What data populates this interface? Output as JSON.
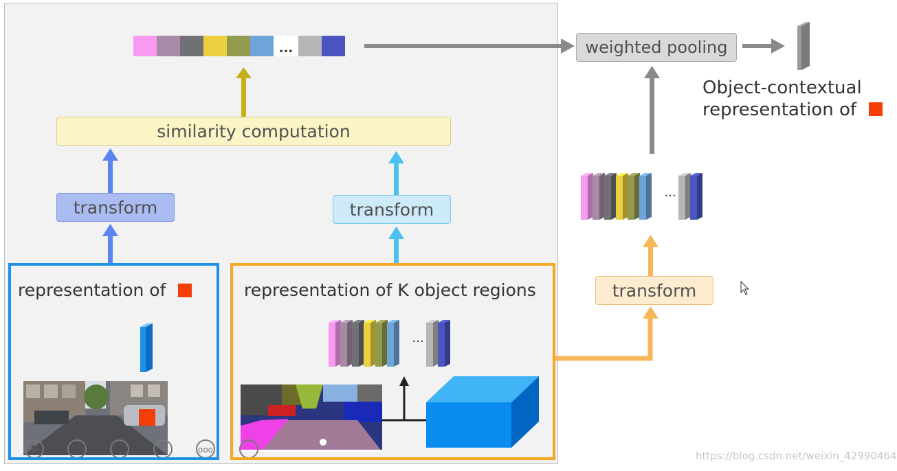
{
  "similarity_label": "similarity computation",
  "transform_left": "transform",
  "transform_middle": "transform",
  "transform_right": "transform",
  "weighted_pooling": "weighted pooling",
  "rep_pixel": "representation of",
  "rep_regions": "representation of K object regions",
  "ctx_line1": "Object-contextual",
  "ctx_line2": "representation of",
  "ellipsis": "...",
  "watermark": "https://blog.csdn.net/weixin_42990464",
  "colors": {
    "strip": [
      "#f89af0",
      "#a78ba6",
      "#707075",
      "#ecd040",
      "#929a4e",
      "#6fa4d8",
      "#ffffff",
      "#b6b6b6",
      "#4a55bf"
    ],
    "pixel_marker": "#f33e07",
    "arrow_blue": "#5b84f0",
    "arrow_cyan": "#4cc0ef",
    "arrow_olive": "#c6b11a",
    "arrow_orange": "#f8b65a",
    "arrow_gray": "#8a8a8a"
  }
}
